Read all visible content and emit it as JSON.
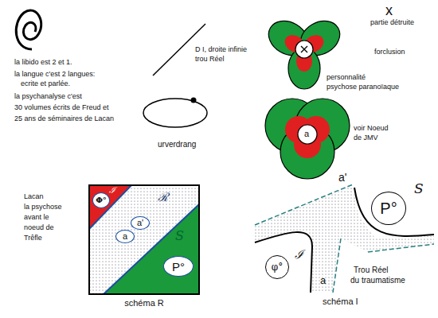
{
  "diagram": {
    "nodes": [
      {
        "text": [
          "schéma R"
        ]
      },
      {
        "text": [
          "Φ°"
        ],
        "in": 0
      },
      {
        "text": [
          "a'"
        ],
        "in": 0
      },
      {
        "text": [
          "a"
        ],
        "in": 0
      },
      {
        "text": [
          "P°"
        ],
        "in": 0
      },
      {
        "text": [
          "P°"
        ]
      },
      {
        "text": [
          "φ°"
        ]
      }
    ],
    "labels": [
      "la libido est 2 et 1.",
      "la langue c'est 2 langues:",
      "ecrite et parlée.",
      "la psychanalyse c'est",
      "30 volumes écrits de Freud et",
      "25 ans de séminaires de Lacan",
      "D I, droite infinie",
      "trou Réel",
      "urverdrang",
      "x",
      "partie détruite",
      "forclusion",
      "personnalité",
      "psychose paranoïaque",
      "a",
      "voir Noeud",
      "de JMV",
      "Lacan",
      "la psychose",
      "avant le",
      "noeud de",
      "Trêfle",
      "ℐ",
      "ℛ",
      "S",
      "a'",
      "S",
      "ℐ",
      "a",
      "Trou Réel",
      "du traumatisme",
      "schéma I"
    ]
  }
}
